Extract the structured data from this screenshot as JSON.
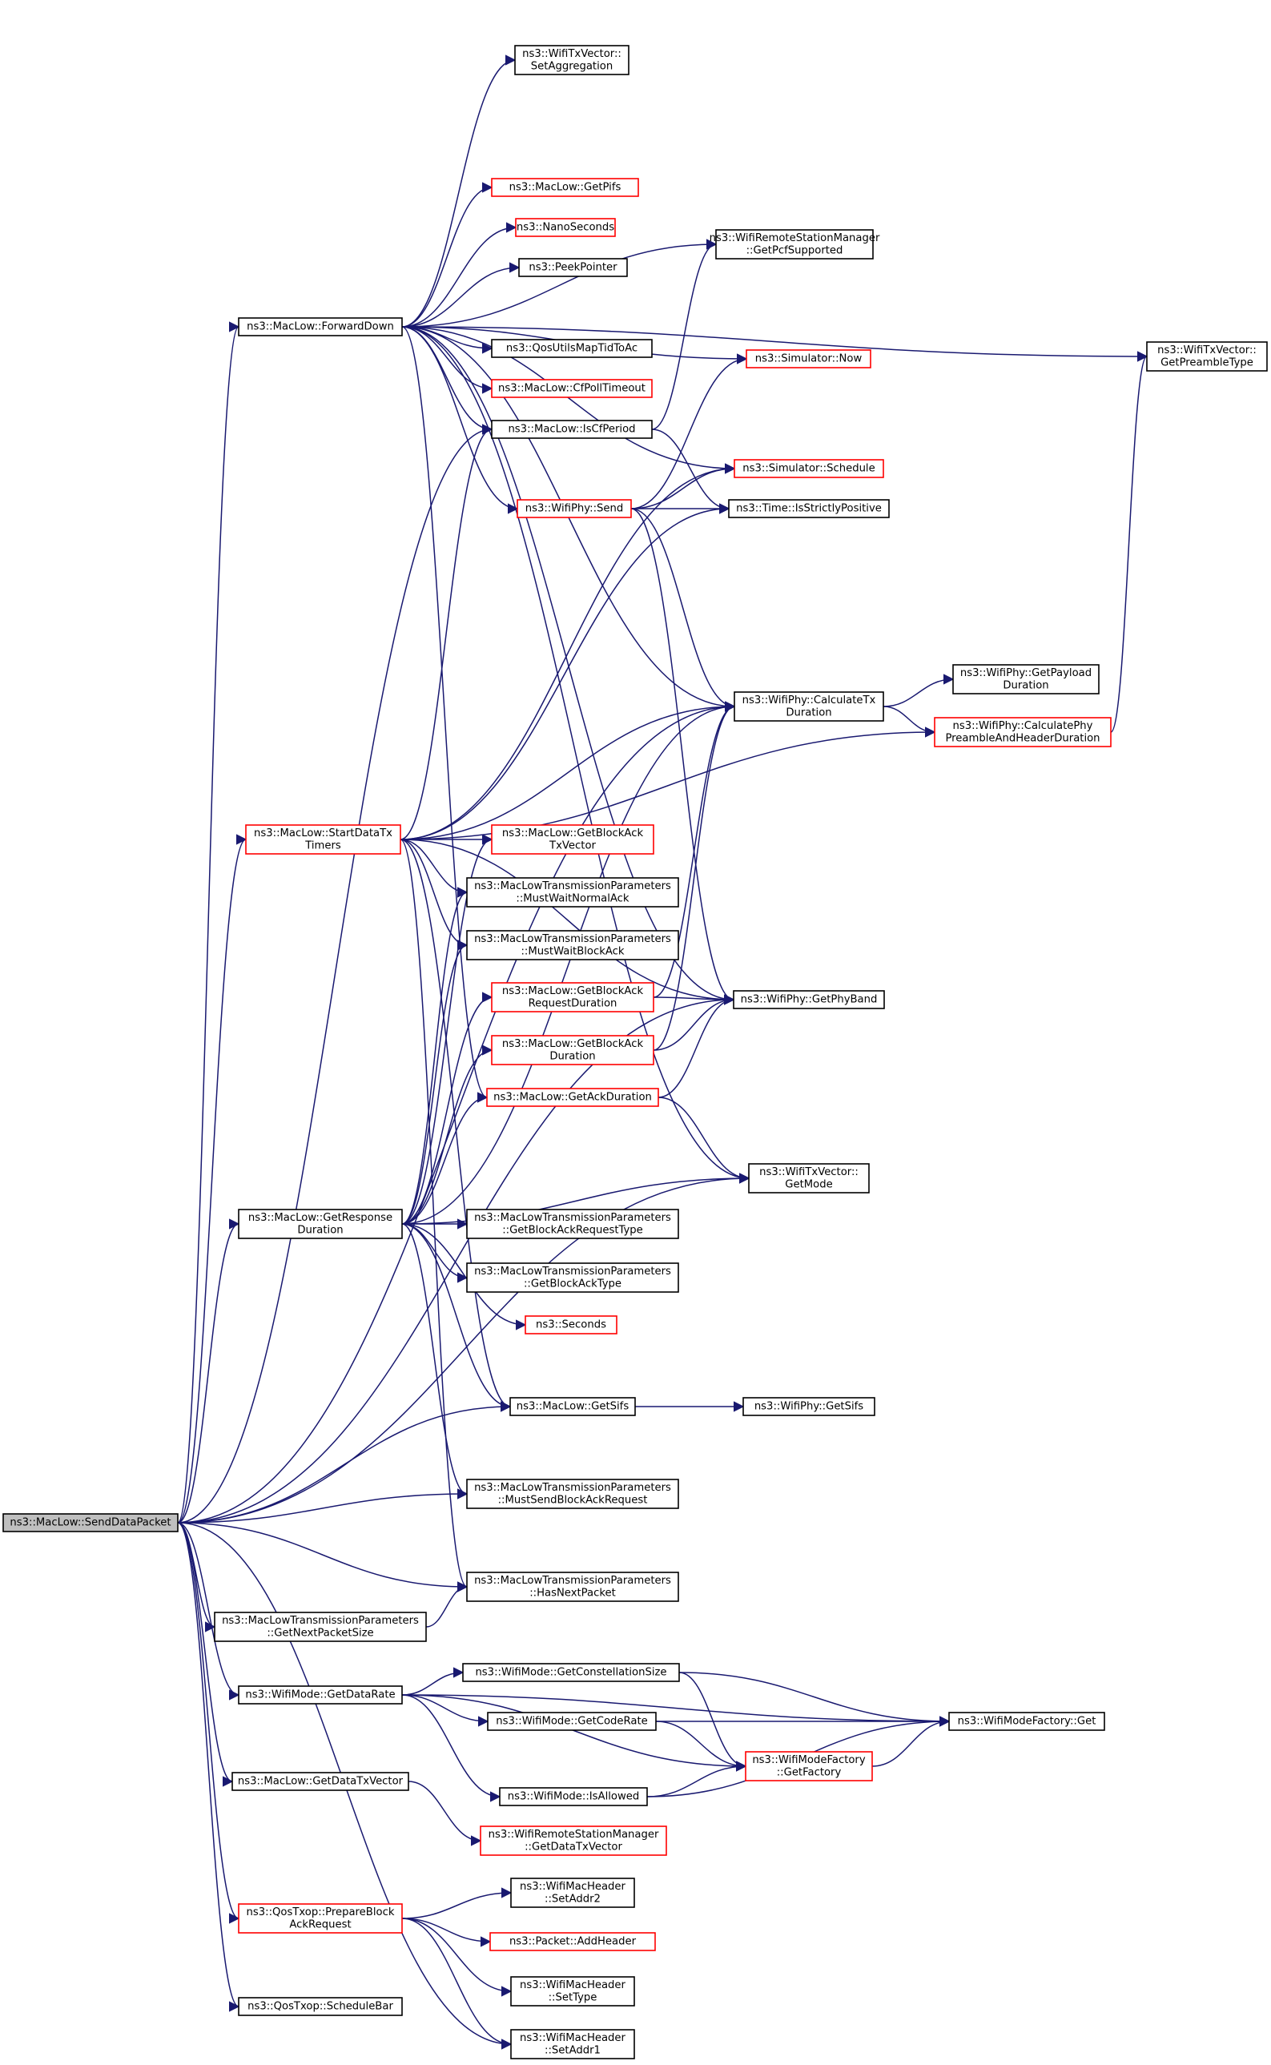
{
  "nodes": [
    {
      "id": "sdp",
      "lines": [
        "ns3::MacLow::SendDataPacket"
      ],
      "color": "root"
    },
    {
      "id": "fwd",
      "lines": [
        "ns3::MacLow::ForwardDown"
      ],
      "color": "black"
    },
    {
      "id": "setagg",
      "lines": [
        "ns3::WifiTxVector::",
        "SetAggregation"
      ],
      "color": "black"
    },
    {
      "id": "getpifs",
      "lines": [
        "ns3::MacLow::GetPifs"
      ],
      "color": "red"
    },
    {
      "id": "nano",
      "lines": [
        "ns3::NanoSeconds"
      ],
      "color": "red"
    },
    {
      "id": "peek",
      "lines": [
        "ns3::PeekPointer"
      ],
      "color": "black"
    },
    {
      "id": "qostid",
      "lines": [
        "ns3::QosUtilsMapTidToAc"
      ],
      "color": "black"
    },
    {
      "id": "cfpoll",
      "lines": [
        "ns3::MacLow::CfPollTimeout"
      ],
      "color": "red"
    },
    {
      "id": "iscf",
      "lines": [
        "ns3::MacLow::IsCfPeriod"
      ],
      "color": "black"
    },
    {
      "id": "physend",
      "lines": [
        "ns3::WifiPhy::Send"
      ],
      "color": "red"
    },
    {
      "id": "pcfsup",
      "lines": [
        "ns3::WifiRemoteStationManager",
        "::GetPcfSupported"
      ],
      "color": "black"
    },
    {
      "id": "simnow",
      "lines": [
        "ns3::Simulator::Now"
      ],
      "color": "red"
    },
    {
      "id": "simsched",
      "lines": [
        "ns3::Simulator::Schedule"
      ],
      "color": "red"
    },
    {
      "id": "strictpos",
      "lines": [
        "ns3::Time::IsStrictlyPositive"
      ],
      "color": "black"
    },
    {
      "id": "preamble",
      "lines": [
        "ns3::WifiTxVector::",
        "GetPreambleType"
      ],
      "color": "black"
    },
    {
      "id": "calctx",
      "lines": [
        "ns3::WifiPhy::CalculateTx",
        "Duration"
      ],
      "color": "black"
    },
    {
      "id": "payload",
      "lines": [
        "ns3::WifiPhy::GetPayload",
        "Duration"
      ],
      "color": "black"
    },
    {
      "id": "calcphy",
      "lines": [
        "ns3::WifiPhy::CalculatePhy",
        "PreambleAndHeaderDuration"
      ],
      "color": "red"
    },
    {
      "id": "startdtx",
      "lines": [
        "ns3::MacLow::StartDataTx",
        "Timers"
      ],
      "color": "red"
    },
    {
      "id": "baTxv",
      "lines": [
        "ns3::MacLow::GetBlockAck",
        "TxVector"
      ],
      "color": "red"
    },
    {
      "id": "mwna",
      "lines": [
        "ns3::MacLowTransmissionParameters",
        "::MustWaitNormalAck"
      ],
      "color": "black"
    },
    {
      "id": "mwba",
      "lines": [
        "ns3::MacLowTransmissionParameters",
        "::MustWaitBlockAck"
      ],
      "color": "black"
    },
    {
      "id": "bareqdur",
      "lines": [
        "ns3::MacLow::GetBlockAck",
        "RequestDuration"
      ],
      "color": "red"
    },
    {
      "id": "phyband",
      "lines": [
        "ns3::WifiPhy::GetPhyBand"
      ],
      "color": "black"
    },
    {
      "id": "badur",
      "lines": [
        "ns3::MacLow::GetBlockAck",
        "Duration"
      ],
      "color": "red"
    },
    {
      "id": "ackdur",
      "lines": [
        "ns3::MacLow::GetAckDuration"
      ],
      "color": "red"
    },
    {
      "id": "getmode",
      "lines": [
        "ns3::WifiTxVector::",
        "GetMode"
      ],
      "color": "black"
    },
    {
      "id": "respdur",
      "lines": [
        "ns3::MacLow::GetResponse",
        "Duration"
      ],
      "color": "black"
    },
    {
      "id": "gbart",
      "lines": [
        "ns3::MacLowTransmissionParameters",
        "::GetBlockAckRequestType"
      ],
      "color": "black"
    },
    {
      "id": "gbat",
      "lines": [
        "ns3::MacLowTransmissionParameters",
        "::GetBlockAckType"
      ],
      "color": "black"
    },
    {
      "id": "seconds",
      "lines": [
        "ns3::Seconds"
      ],
      "color": "red"
    },
    {
      "id": "getsifs",
      "lines": [
        "ns3::MacLow::GetSifs"
      ],
      "color": "black"
    },
    {
      "id": "physifs",
      "lines": [
        "ns3::WifiPhy::GetSifs"
      ],
      "color": "black"
    },
    {
      "id": "msbar",
      "lines": [
        "ns3::MacLowTransmissionParameters",
        "::MustSendBlockAckRequest"
      ],
      "color": "black"
    },
    {
      "id": "hasnext",
      "lines": [
        "ns3::MacLowTransmissionParameters",
        "::HasNextPacket"
      ],
      "color": "black"
    },
    {
      "id": "getnext",
      "lines": [
        "ns3::MacLowTransmissionParameters",
        "::GetNextPacketSize"
      ],
      "color": "black"
    },
    {
      "id": "datarate",
      "lines": [
        "ns3::WifiMode::GetDataRate"
      ],
      "color": "black"
    },
    {
      "id": "constsz",
      "lines": [
        "ns3::WifiMode::GetConstellationSize"
      ],
      "color": "black"
    },
    {
      "id": "coderate",
      "lines": [
        "ns3::WifiMode::GetCodeRate"
      ],
      "color": "black"
    },
    {
      "id": "factget",
      "lines": [
        "ns3::WifiModeFactory::Get"
      ],
      "color": "black"
    },
    {
      "id": "getfact",
      "lines": [
        "ns3::WifiModeFactory",
        "::GetFactory"
      ],
      "color": "red"
    },
    {
      "id": "isallowed",
      "lines": [
        "ns3::WifiMode::IsAllowed"
      ],
      "color": "black"
    },
    {
      "id": "datatxv",
      "lines": [
        "ns3::MacLow::GetDataTxVector"
      ],
      "color": "black"
    },
    {
      "id": "rsmdtxv",
      "lines": [
        "ns3::WifiRemoteStationManager",
        "::GetDataTxVector"
      ],
      "color": "red"
    },
    {
      "id": "prepba",
      "lines": [
        "ns3::QosTxop::PrepareBlock",
        "AckRequest"
      ],
      "color": "red"
    },
    {
      "id": "setaddr2",
      "lines": [
        "ns3::WifiMacHeader",
        "::SetAddr2"
      ],
      "color": "black"
    },
    {
      "id": "addheader",
      "lines": [
        "ns3::Packet::AddHeader"
      ],
      "color": "red"
    },
    {
      "id": "settype",
      "lines": [
        "ns3::WifiMacHeader",
        "::SetType"
      ],
      "color": "black"
    },
    {
      "id": "schedbar",
      "lines": [
        "ns3::QosTxop::ScheduleBar"
      ],
      "color": "black"
    },
    {
      "id": "setaddr1",
      "lines": [
        "ns3::WifiMacHeader",
        "::SetAddr1"
      ],
      "color": "black"
    }
  ],
  "edges": [
    [
      "sdp",
      "fwd"
    ],
    [
      "sdp",
      "iscf"
    ],
    [
      "sdp",
      "calctx"
    ],
    [
      "sdp",
      "startdtx"
    ],
    [
      "sdp",
      "phyband"
    ],
    [
      "sdp",
      "getmode"
    ],
    [
      "sdp",
      "respdur"
    ],
    [
      "sdp",
      "getsifs"
    ],
    [
      "sdp",
      "msbar"
    ],
    [
      "sdp",
      "hasnext"
    ],
    [
      "sdp",
      "getnext"
    ],
    [
      "sdp",
      "datarate"
    ],
    [
      "sdp",
      "datatxv"
    ],
    [
      "sdp",
      "prepba"
    ],
    [
      "sdp",
      "schedbar"
    ],
    [
      "sdp",
      "setaddr1"
    ],
    [
      "fwd",
      "setagg"
    ],
    [
      "fwd",
      "preamble"
    ],
    [
      "fwd",
      "getpifs"
    ],
    [
      "fwd",
      "nano"
    ],
    [
      "fwd",
      "peek"
    ],
    [
      "fwd",
      "pcfsup"
    ],
    [
      "fwd",
      "simnow"
    ],
    [
      "fwd",
      "qostid"
    ],
    [
      "fwd",
      "cfpoll"
    ],
    [
      "fwd",
      "iscf"
    ],
    [
      "fwd",
      "physend"
    ],
    [
      "fwd",
      "simsched"
    ],
    [
      "fwd",
      "calctx"
    ],
    [
      "fwd",
      "phyband"
    ],
    [
      "fwd",
      "getmode"
    ],
    [
      "fwd",
      "ackdur"
    ],
    [
      "iscf",
      "pcfsup"
    ],
    [
      "iscf",
      "strictpos"
    ],
    [
      "physend",
      "simnow"
    ],
    [
      "physend",
      "simsched"
    ],
    [
      "physend",
      "strictpos"
    ],
    [
      "physend",
      "calctx"
    ],
    [
      "physend",
      "phyband"
    ],
    [
      "calctx",
      "payload"
    ],
    [
      "calctx",
      "calcphy"
    ],
    [
      "calcphy",
      "preamble"
    ],
    [
      "startdtx",
      "iscf"
    ],
    [
      "startdtx",
      "simsched"
    ],
    [
      "startdtx",
      "strictpos"
    ],
    [
      "startdtx",
      "calctx"
    ],
    [
      "startdtx",
      "calcphy"
    ],
    [
      "startdtx",
      "phyband"
    ],
    [
      "startdtx",
      "baTxv"
    ],
    [
      "startdtx",
      "mwna"
    ],
    [
      "startdtx",
      "mwba"
    ],
    [
      "startdtx",
      "getsifs"
    ],
    [
      "startdtx",
      "hasnext"
    ],
    [
      "bareqdur",
      "calctx"
    ],
    [
      "bareqdur",
      "phyband"
    ],
    [
      "badur",
      "calctx"
    ],
    [
      "badur",
      "phyband"
    ],
    [
      "ackdur",
      "phyband"
    ],
    [
      "ackdur",
      "getmode"
    ],
    [
      "respdur",
      "baTxv"
    ],
    [
      "respdur",
      "mwna"
    ],
    [
      "respdur",
      "mwba"
    ],
    [
      "respdur",
      "bareqdur"
    ],
    [
      "respdur",
      "badur"
    ],
    [
      "respdur",
      "ackdur"
    ],
    [
      "respdur",
      "getmode"
    ],
    [
      "respdur",
      "gbart"
    ],
    [
      "respdur",
      "gbat"
    ],
    [
      "respdur",
      "seconds"
    ],
    [
      "respdur",
      "getsifs"
    ],
    [
      "respdur",
      "msbar"
    ],
    [
      "respdur",
      "calctx"
    ],
    [
      "getsifs",
      "physifs"
    ],
    [
      "getnext",
      "hasnext"
    ],
    [
      "datarate",
      "constsz"
    ],
    [
      "datarate",
      "coderate"
    ],
    [
      "datarate",
      "getfact"
    ],
    [
      "datarate",
      "isallowed"
    ],
    [
      "datarate",
      "factget"
    ],
    [
      "constsz",
      "factget"
    ],
    [
      "constsz",
      "getfact"
    ],
    [
      "coderate",
      "factget"
    ],
    [
      "coderate",
      "getfact"
    ],
    [
      "isallowed",
      "getfact"
    ],
    [
      "isallowed",
      "factget"
    ],
    [
      "getfact",
      "factget"
    ],
    [
      "datatxv",
      "rsmdtxv"
    ],
    [
      "prepba",
      "setaddr2"
    ],
    [
      "prepba",
      "addheader"
    ],
    [
      "prepba",
      "settype"
    ],
    [
      "prepba",
      "setaddr1"
    ]
  ]
}
